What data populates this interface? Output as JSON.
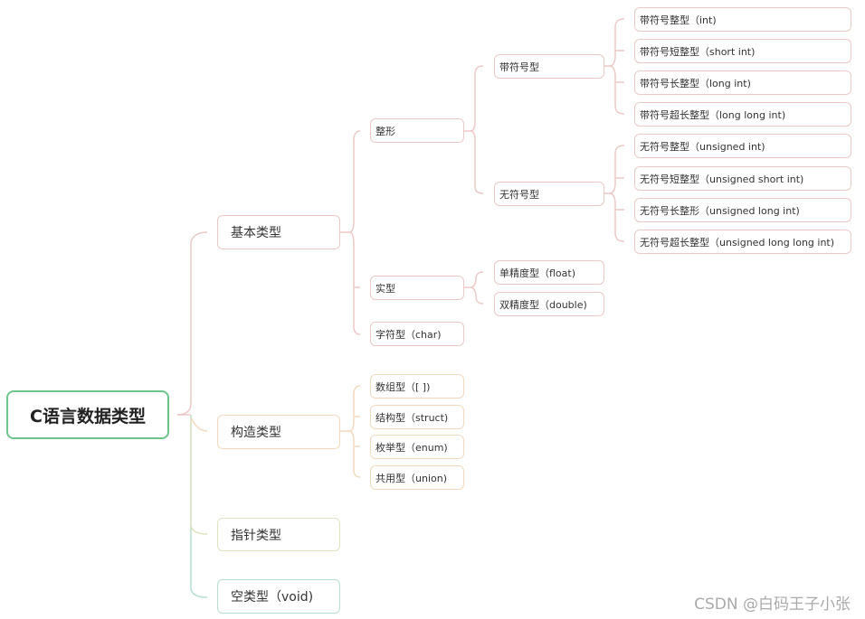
{
  "diagram": {
    "root": "C语言数据类型",
    "basic": {
      "label": "基本类型",
      "integer": {
        "label": "整形",
        "signed": {
          "label": "带符号型",
          "items": [
            "带符号整型（int)",
            "带符号短整型（short int)",
            "带符号长整型（long int)",
            "带符号超长整型（long long int)"
          ]
        },
        "unsigned": {
          "label": "无符号型",
          "items": [
            "无符号整型（unsigned int)",
            "无符号短整型（unsigned short int)",
            "无符号长整形（unsigned long int)",
            "无符号超长整型（unsigned long long int)"
          ]
        }
      },
      "real": {
        "label": "实型",
        "items": [
          "单精度型（float)",
          "双精度型（double)"
        ]
      },
      "char": "字符型（char)"
    },
    "constructed": {
      "label": "构造类型",
      "items": [
        "数组型（[ ])",
        "结构型（struct)",
        "枚举型（enum)",
        "共用型（union)"
      ]
    },
    "pointer": "指针类型",
    "void": "空类型（void)"
  },
  "watermark": "CSDN @白码王子小张",
  "colors": {
    "root_border": "#6cc58a",
    "basic_branch": "#ecc9c7",
    "constructed_branch": "#f3d9bd",
    "pointer_branch": "#dfe3bf",
    "void_branch": "#b5e0d0"
  }
}
